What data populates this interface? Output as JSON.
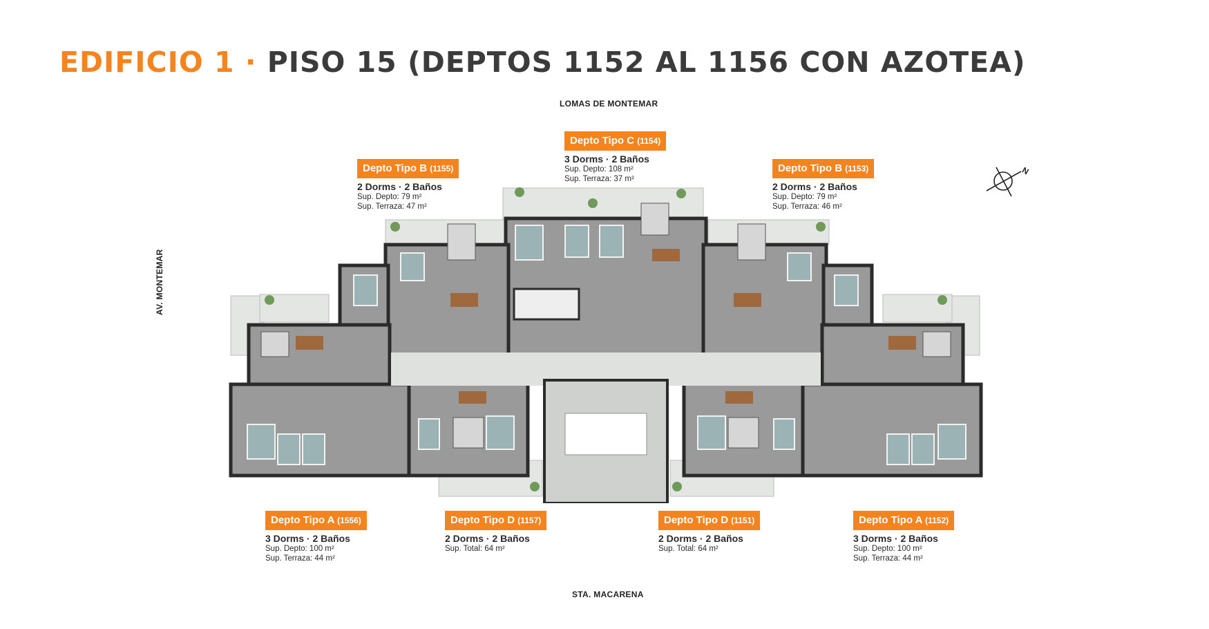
{
  "title": {
    "part1": "EDIFICIO 1 · ",
    "part2": "PISO 15 (DEPTOS 1152 AL 1156 CON AZOTEA)"
  },
  "streets": {
    "north": "LOMAS DE MONTEMAR",
    "south": "STA. MACARENA",
    "west": "AV. MONTEMAR"
  },
  "units": [
    {
      "name": "Depto Tipo C",
      "unit": "(1154)",
      "rooms": "3 Dorms · 2 Baños",
      "areas": [
        "Sup. Depto: 108 m²",
        "Sup. Terraza: 37 m²"
      ]
    },
    {
      "name": "Depto Tipo B",
      "unit": "(1155)",
      "rooms": "2 Dorms · 2 Baños",
      "areas": [
        "Sup. Depto: 79 m²",
        "Sup. Terraza: 47 m²"
      ]
    },
    {
      "name": "Depto Tipo B",
      "unit": "(1153)",
      "rooms": "2 Dorms · 2 Baños",
      "areas": [
        "Sup. Depto: 79 m²",
        "Sup. Terraza: 46 m²"
      ]
    },
    {
      "name": "Depto Tipo A",
      "unit": "(1556)",
      "rooms": "3 Dorms · 2 Baños",
      "areas": [
        "Sup. Depto: 100 m²",
        "Sup. Terraza: 44 m²"
      ]
    },
    {
      "name": "Depto Tipo D",
      "unit": "(1157)",
      "rooms": "2 Dorms · 2 Baños",
      "areas": [
        "Sup. Total: 64 m²"
      ]
    },
    {
      "name": "Depto Tipo D",
      "unit": "(1151)",
      "rooms": "2 Dorms · 2 Baños",
      "areas": [
        "Sup. Total: 64 m²"
      ]
    },
    {
      "name": "Depto Tipo A",
      "unit": "(1152)",
      "rooms": "3 Dorms · 2 Baños",
      "areas": [
        "Sup. Depto: 100 m²",
        "Sup. Terraza: 44 m²"
      ]
    }
  ],
  "compass_letter": "N",
  "colors": {
    "accent": "#f5841f",
    "title_dark": "#3b3b3b",
    "floor": "#9a9a9a",
    "wall": "#2b2b2b",
    "terrace": "#e4e6e4",
    "bed": "#9bb3b4",
    "table": "#a0683d"
  }
}
